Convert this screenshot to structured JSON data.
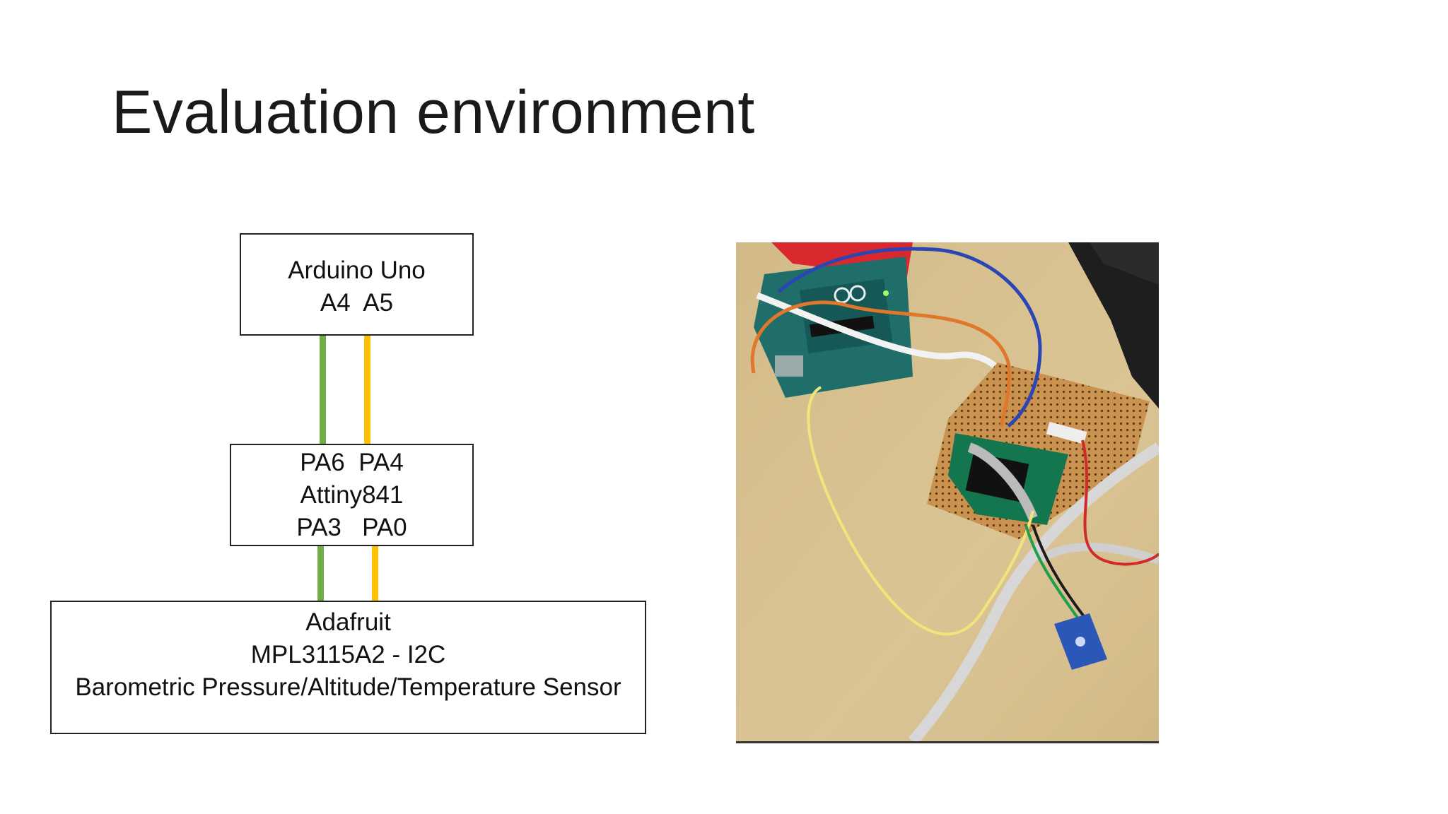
{
  "title": "Evaluation environment",
  "diagram": {
    "arduino": {
      "line1": "Arduino Uno",
      "line2": "A4  A5"
    },
    "attiny": {
      "line1": "PA6  PA4",
      "line2": "Attiny841",
      "line3": "PA3   PA0"
    },
    "sensor": {
      "line1": "Adafruit",
      "line2": "MPL3115A2 - I2C",
      "line3": "Barometric Pressure/Altitude/Temperature Sensor"
    },
    "wire_colors": {
      "sda": "#70ad47",
      "scl": "#ffc000"
    }
  },
  "photo": {
    "subject": "Arduino Uno wired to Attiny841 board and sensor on a desk"
  }
}
